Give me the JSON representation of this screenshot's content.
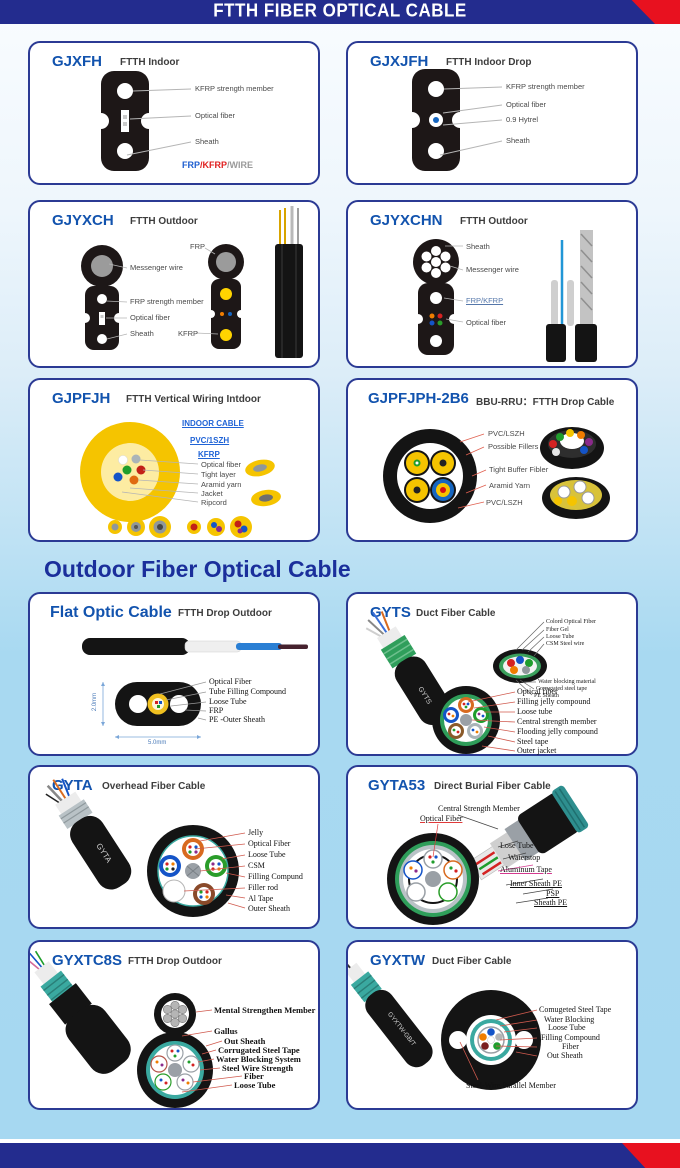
{
  "header": {
    "title": "FTTH FIBER OPTICAL CABLE"
  },
  "section": {
    "heading": "Outdoor Fiber Optical Cable"
  },
  "colors": {
    "band_navy": "#232c8e",
    "accent_red": "#e8111f",
    "card_border": "#2b3a94",
    "model_blue": "#1253ae",
    "section_bg": "#a6d8f1"
  },
  "cards": {
    "gjxfh": {
      "model": "GJXFH",
      "type": "FTTH  Indoor",
      "labels": [
        "KFRP strength member",
        "Optical fiber",
        "Sheath"
      ],
      "note": {
        "frp": "FRP",
        "slash1": "/",
        "kfrp": "KFRP",
        "slash2": "/",
        "wire": "WIRE"
      }
    },
    "gjxjfh": {
      "model": "GJXJFH",
      "type": "FTTH  Indoor  Drop",
      "labels": [
        "KFRP strength member",
        "Optical fiber",
        "0.9 Hytrel",
        "Sheath"
      ]
    },
    "gjyxch": {
      "model": "GJYXCH",
      "type": "FTTH  Outdoor",
      "labels": [
        "Messenger wire",
        "FRP strength member",
        "Optical fiber",
        "Sheath"
      ],
      "extra": [
        "FRP",
        "KFRP"
      ]
    },
    "gjyxchn": {
      "model": "GJYXCHN",
      "type": "FTTH  Outdoor",
      "labels": [
        "Sheath",
        "Messenger wire",
        "FRP/KFRP",
        "Optical fiber"
      ]
    },
    "gjpfjh": {
      "model": "GJPFJH",
      "type": "FTTH  Vertical Wiring Intdoor",
      "links": [
        "INDOOR  CABLE",
        "PVC/1SZH",
        "KFRP"
      ],
      "labels": [
        "Optical fiber",
        "Tight layer",
        "Aramid yarn",
        "Jacket",
        "Ripcord"
      ]
    },
    "gjpfjph2b6": {
      "model": "GJPFJPH-2B6",
      "type": "BBU-RRU：FTTH Drop Cable",
      "labels": [
        "PVC/LSZH",
        "Possible Fillers",
        "Tight Buffer Fibler",
        "Aramid Yarn",
        "PVC/LSZH"
      ]
    },
    "flat": {
      "model": "Flat Optic Cable",
      "type": "FTTH  Drop Outdoor",
      "labels": [
        "Optical Fiber",
        "Tube Filling Compound",
        "Loose Tube",
        "FRP",
        "PE -Outer Sheath"
      ],
      "dims": [
        "2.0mm",
        "5.0mm"
      ]
    },
    "gyts": {
      "model": "GYTS",
      "type": "Duct  Fiber Cable",
      "top_labels": [
        "Colord Optical Fiber",
        "Fiber Gel",
        "Loose Tube",
        "CSM Steel wire"
      ],
      "mid_labels": [
        "Water blocking material",
        "Corrugated steel tape",
        "PE Sheath"
      ],
      "labels": [
        "Optical fiber",
        "Filling jelly compound",
        "Loose tube",
        "Central strength member",
        "Flooding jelly compound",
        "Steel tape",
        "Outer jacket"
      ]
    },
    "gyta": {
      "model": "GYTA",
      "type": "Overhead  Fiber Cable",
      "labels": [
        "Jelly",
        "Optical Fiber",
        "Loose Tube",
        "CSM",
        "Filling Compund",
        "Filler rod",
        "Al Tape",
        "Outer Sheath"
      ]
    },
    "gyta53": {
      "model": "GYTA53",
      "type": "Direct Burial Fiber Cable",
      "labels": [
        "Central Strength Member",
        "Optical Fiber",
        "Lose Tube",
        "Waterstop",
        "Aluminum Tape",
        "Inner Sheath PE",
        "PSP",
        "Sheath PE"
      ]
    },
    "gyxtc8s": {
      "model": "GYXTC8S",
      "type": "FTTH  Drop Outdoor",
      "labels": [
        "Mental Strengthen Member",
        "Gallus",
        "Out Sheath",
        "Corrugated Steel Tape",
        "Water Blocking System",
        "Steel Wire Strength",
        "Fiber",
        "Loose Tube"
      ]
    },
    "gyxtw": {
      "model": "GYXTW",
      "type": "Duct  Fiber Cable",
      "labels": [
        "Comugeted Steel Tape",
        "Water Blocking",
        "Loose Tube",
        "Filling Compound",
        "Fiber",
        "Out Sheath",
        "Steel-Wire Parallel Member"
      ]
    }
  }
}
